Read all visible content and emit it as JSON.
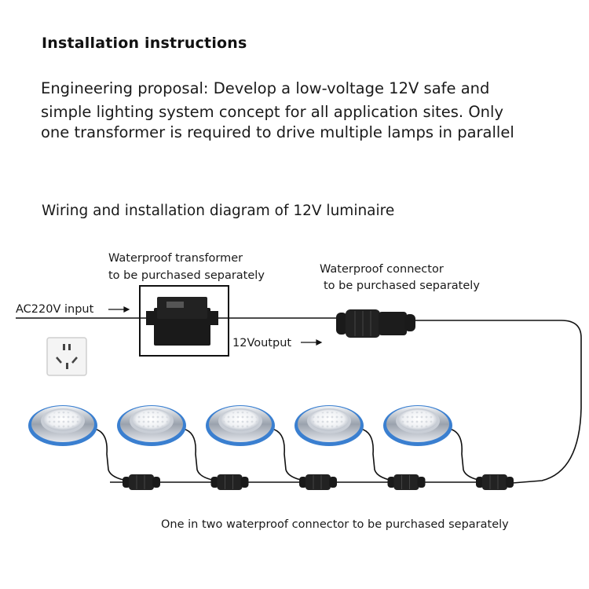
{
  "heading": "Installation instructions",
  "proposal_lines": [
    "Engineering proposal: Develop a low-voltage 12V safe and",
    "simple lighting system concept for all application sites. Only",
    "one transformer is required to drive multiple lamps in parallel"
  ],
  "diagram_title": "Wiring and installation diagram of 12V luminaire",
  "labels": {
    "transformer_line1": "Waterproof transformer",
    "transformer_line2": "to be purchased separately",
    "connector_line1": "Waterproof connector",
    "connector_line2": "to be purchased separately",
    "input": "AC220V input",
    "output": "12Voutput",
    "splitter": "One in two waterproof connector to be purchased separately"
  },
  "nodes": [
    {
      "id": "wall-socket",
      "icon": "wall-socket-icon"
    },
    {
      "id": "transformer",
      "icon": "transformer-icon"
    },
    {
      "id": "connector",
      "icon": "waterproof-connector-icon"
    },
    {
      "id": "lamp-1",
      "icon": "pool-lamp-icon"
    },
    {
      "id": "lamp-2",
      "icon": "pool-lamp-icon"
    },
    {
      "id": "lamp-3",
      "icon": "pool-lamp-icon"
    },
    {
      "id": "lamp-4",
      "icon": "pool-lamp-icon"
    },
    {
      "id": "lamp-5",
      "icon": "pool-lamp-icon"
    },
    {
      "id": "splitter-1",
      "icon": "splitter-connector-icon"
    },
    {
      "id": "splitter-2",
      "icon": "splitter-connector-icon"
    },
    {
      "id": "splitter-3",
      "icon": "splitter-connector-icon"
    },
    {
      "id": "splitter-4",
      "icon": "splitter-connector-icon"
    },
    {
      "id": "splitter-5",
      "icon": "splitter-connector-icon"
    }
  ],
  "colors": {
    "lamp_ring": "#3a7fd0",
    "lamp_metal": "#c9ced6",
    "cable": "#111111"
  }
}
